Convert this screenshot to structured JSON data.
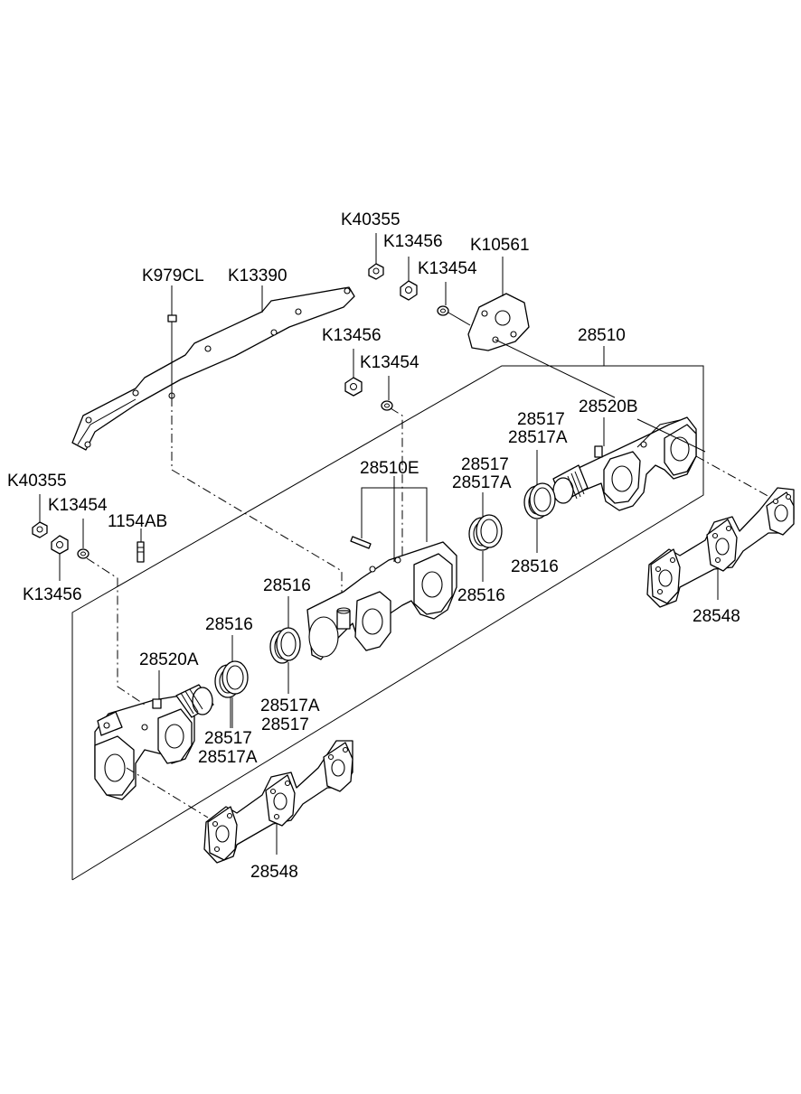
{
  "labels": {
    "k40355_top": "K40355",
    "k13456_top": "K13456",
    "k10561": "K10561",
    "k13454_top": "K13454",
    "k979cl": "K979CL",
    "k13390": "K13390",
    "label_28510": "28510",
    "k13456_mid": "K13456",
    "k13454_mid": "K13454",
    "label_28520b": "28520B",
    "label_28517_r1": "28517",
    "label_28517a_r1": "28517A",
    "label_28510e": "28510E",
    "label_28517_r2": "28517",
    "label_28517a_r2": "28517A",
    "k40355_left": "K40355",
    "k13454_left": "K13454",
    "label_1154ab": "1154AB",
    "k13456_left": "K13456",
    "label_28516_r1": "28516",
    "label_28516_r2": "28516",
    "label_28516_c": "28516",
    "label_28516_l": "28516",
    "label_28548_r": "28548",
    "label_28520a": "28520A",
    "label_28517a_c": "28517A",
    "label_28517_c": "28517",
    "label_28517_l": "28517",
    "label_28517a_l": "28517A",
    "label_28548_l": "28548"
  }
}
